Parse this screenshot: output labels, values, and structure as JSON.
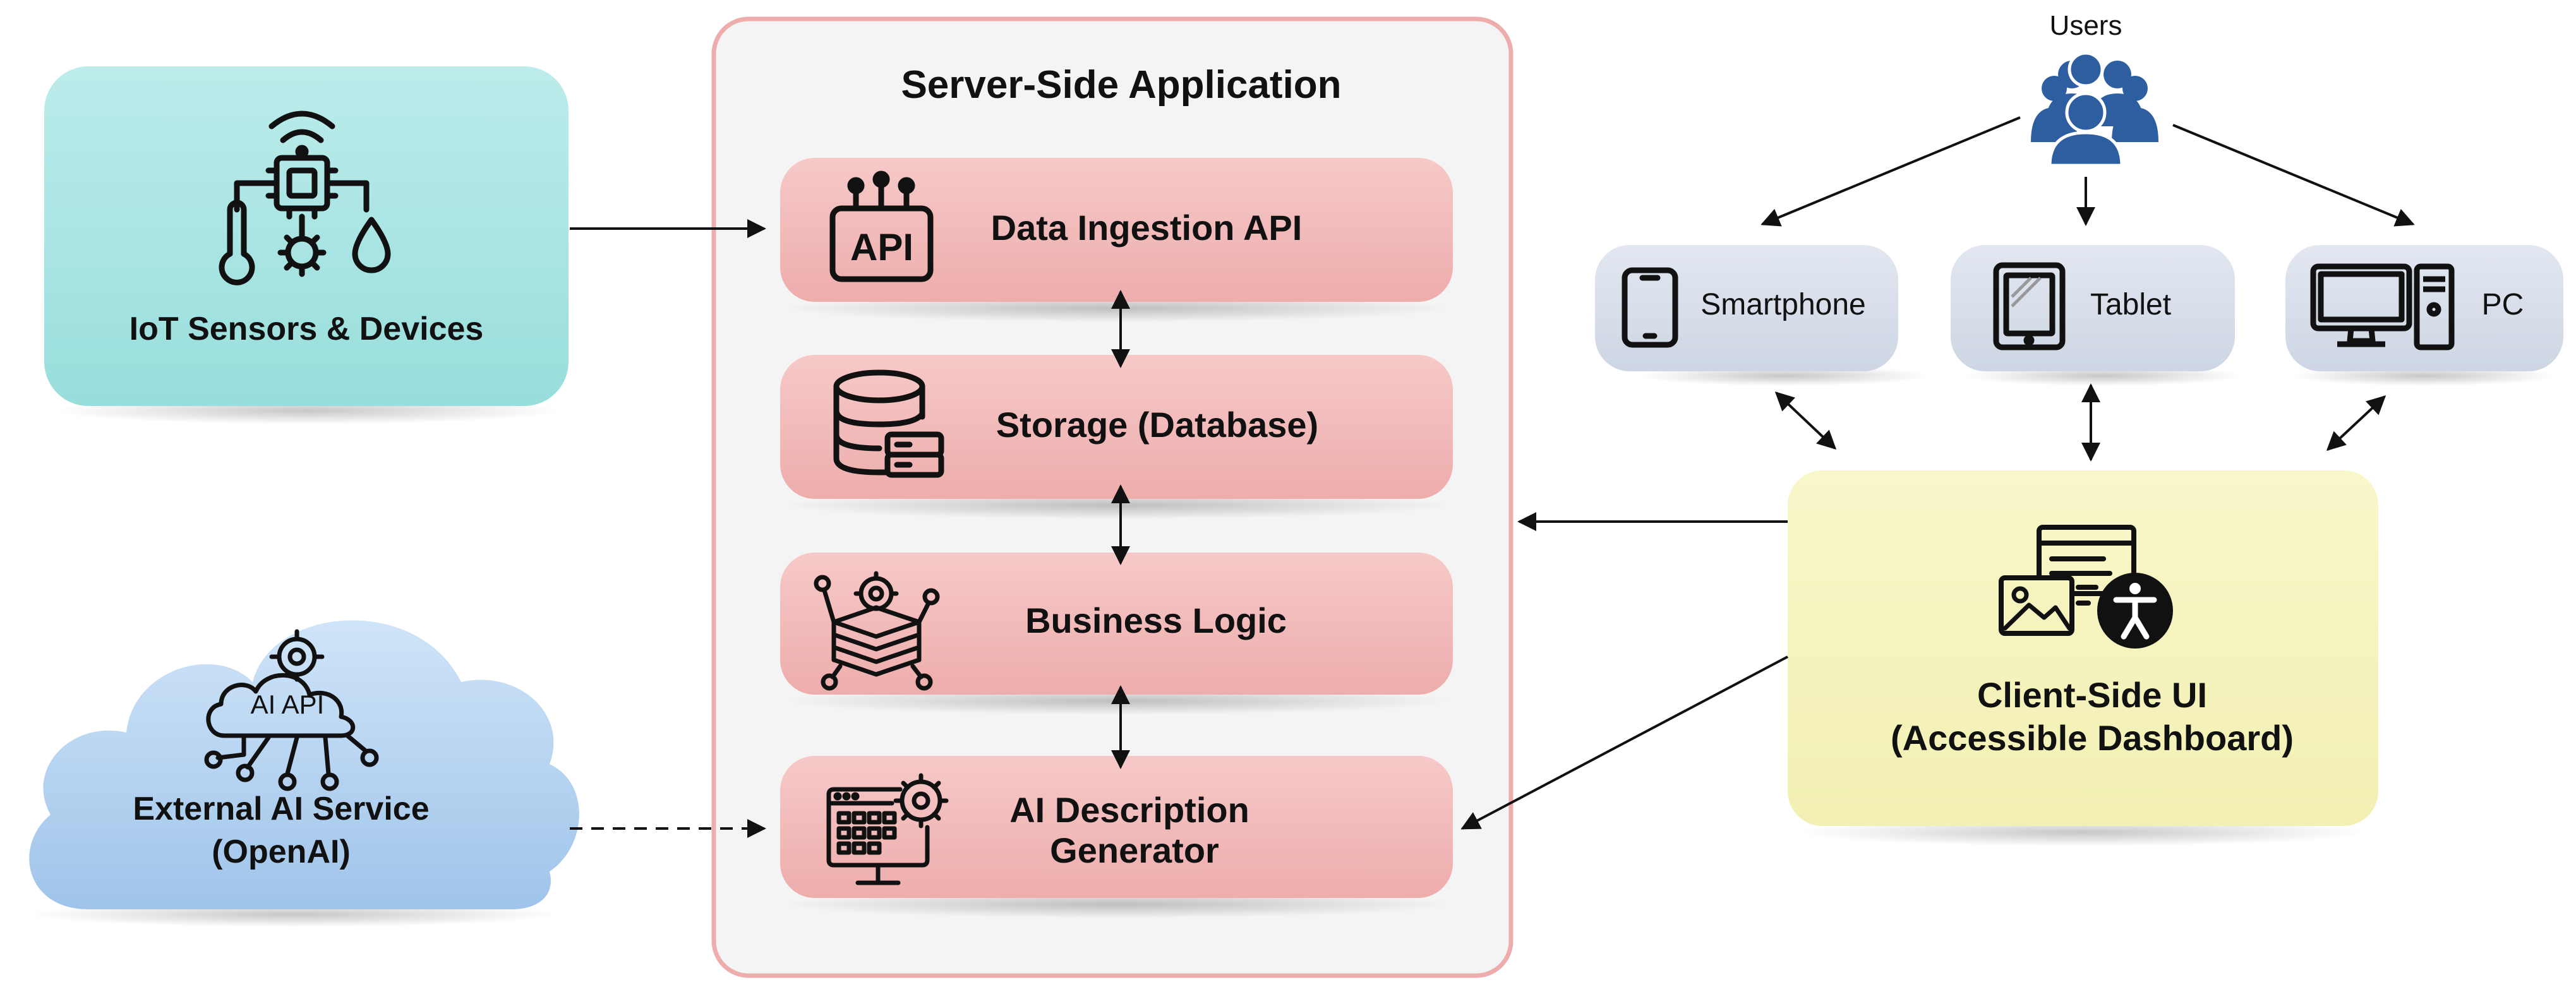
{
  "server": {
    "title": "Server-Side Application",
    "modules": [
      {
        "label_lines": [
          "Data Ingestion API"
        ],
        "icon": "api-chip-icon",
        "icon_text": "API"
      },
      {
        "label_lines": [
          "Storage (Database)"
        ],
        "icon": "database-icon"
      },
      {
        "label_lines": [
          "Business Logic"
        ],
        "icon": "logic-layers-icon"
      },
      {
        "label_lines": [
          "AI Description",
          "Generator"
        ],
        "icon": "web-settings-icon"
      }
    ]
  },
  "iot": {
    "label": "IoT Sensors & Devices",
    "icon": "iot-circuit-icon"
  },
  "ai_service": {
    "label_lines": [
      "External AI Service",
      "(OpenAI)"
    ],
    "icon": "ai-cloud-icon",
    "icon_text": "AI API"
  },
  "users": {
    "label": "Users",
    "icon": "users-group-icon"
  },
  "devices": [
    {
      "label": "Smartphone",
      "icon": "smartphone-icon"
    },
    {
      "label": "Tablet",
      "icon": "tablet-icon"
    },
    {
      "label": "PC",
      "icon": "desktop-pc-icon"
    }
  ],
  "client": {
    "label_lines": [
      "Client-Side UI",
      "(Accessible Dashboard)"
    ],
    "icon": "accessible-dashboard-icon"
  },
  "colors": {
    "iot_fill": "#A8E4E2",
    "server_border": "#EDADAC",
    "server_fill": "#F5F4F4",
    "module_fill": "#F1B9B8",
    "device_fill": "#D8DFEB",
    "client_fill": "#F6F4BE",
    "cloud_fill": "#B6D4F2",
    "users_icon": "#2D5FA0",
    "stroke": "#111111"
  }
}
